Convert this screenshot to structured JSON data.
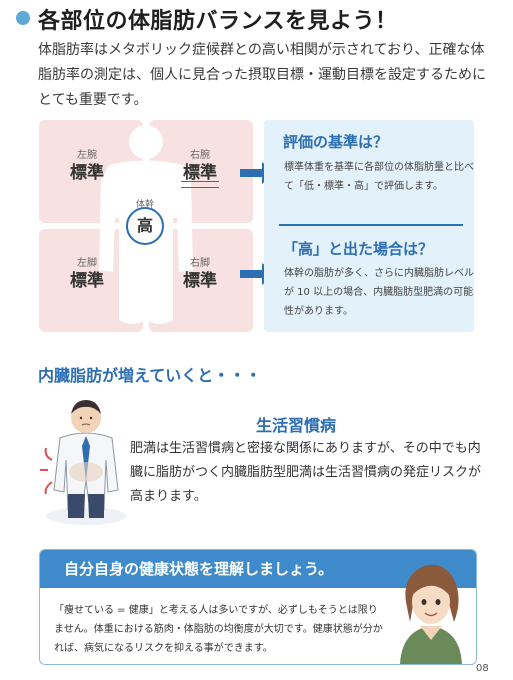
{
  "title": "各部位の体脂肪バランスを見よう！",
  "intro": "体脂肪率はメタボリック症候群との高い相関が示されており、正確な体脂肪率の測定は、個人に見合った摂取目標・運動目標を設定するためにとても重要です。",
  "body_map": {
    "left_arm": {
      "label": "左腕",
      "value": "標準"
    },
    "right_arm": {
      "label": "右腕",
      "value": "標準"
    },
    "left_leg": {
      "label": "左脚",
      "value": "標準"
    },
    "right_leg": {
      "label": "右脚",
      "value": "標準"
    },
    "trunk": {
      "label": "体幹",
      "value": "高"
    }
  },
  "criteria": {
    "heading": "評価の基準は？",
    "text": "標準体重を基準に各部位の体脂肪量と比べて「低・標準・高」で評価します。"
  },
  "high_case": {
    "heading": "「高」と出た場合は？",
    "text": "体幹の脂肪が多く、さらに内臓脂肪レベルが 10 以上の場合、内臓脂肪型肥満の可能性があります。"
  },
  "section2": {
    "heading": "内臓脂肪が増えていくと・・・",
    "disease_title": "生活習慣病",
    "disease_text": "肥満は生活習慣病と密接な関係にありますが、その中でも内臓に脂肪がつく内臓脂肪型肥満は生活習慣病の発症リスクが高まります。"
  },
  "bottom": {
    "heading": "自分自身の健康状態を理解しましょう。",
    "text": "「痩せている = 健康」と考える人は多いですが、必ずしもそうとは限りません。体重における筋肉・体脂肪の均衡度が大切です。健康状態が分かれば、病気になるリスクを抑える事ができます。"
  },
  "page_number": "08",
  "colors": {
    "accent": "#2d6fb2",
    "pink": "#f7e1e1",
    "light_blue": "#e3f1fa"
  }
}
